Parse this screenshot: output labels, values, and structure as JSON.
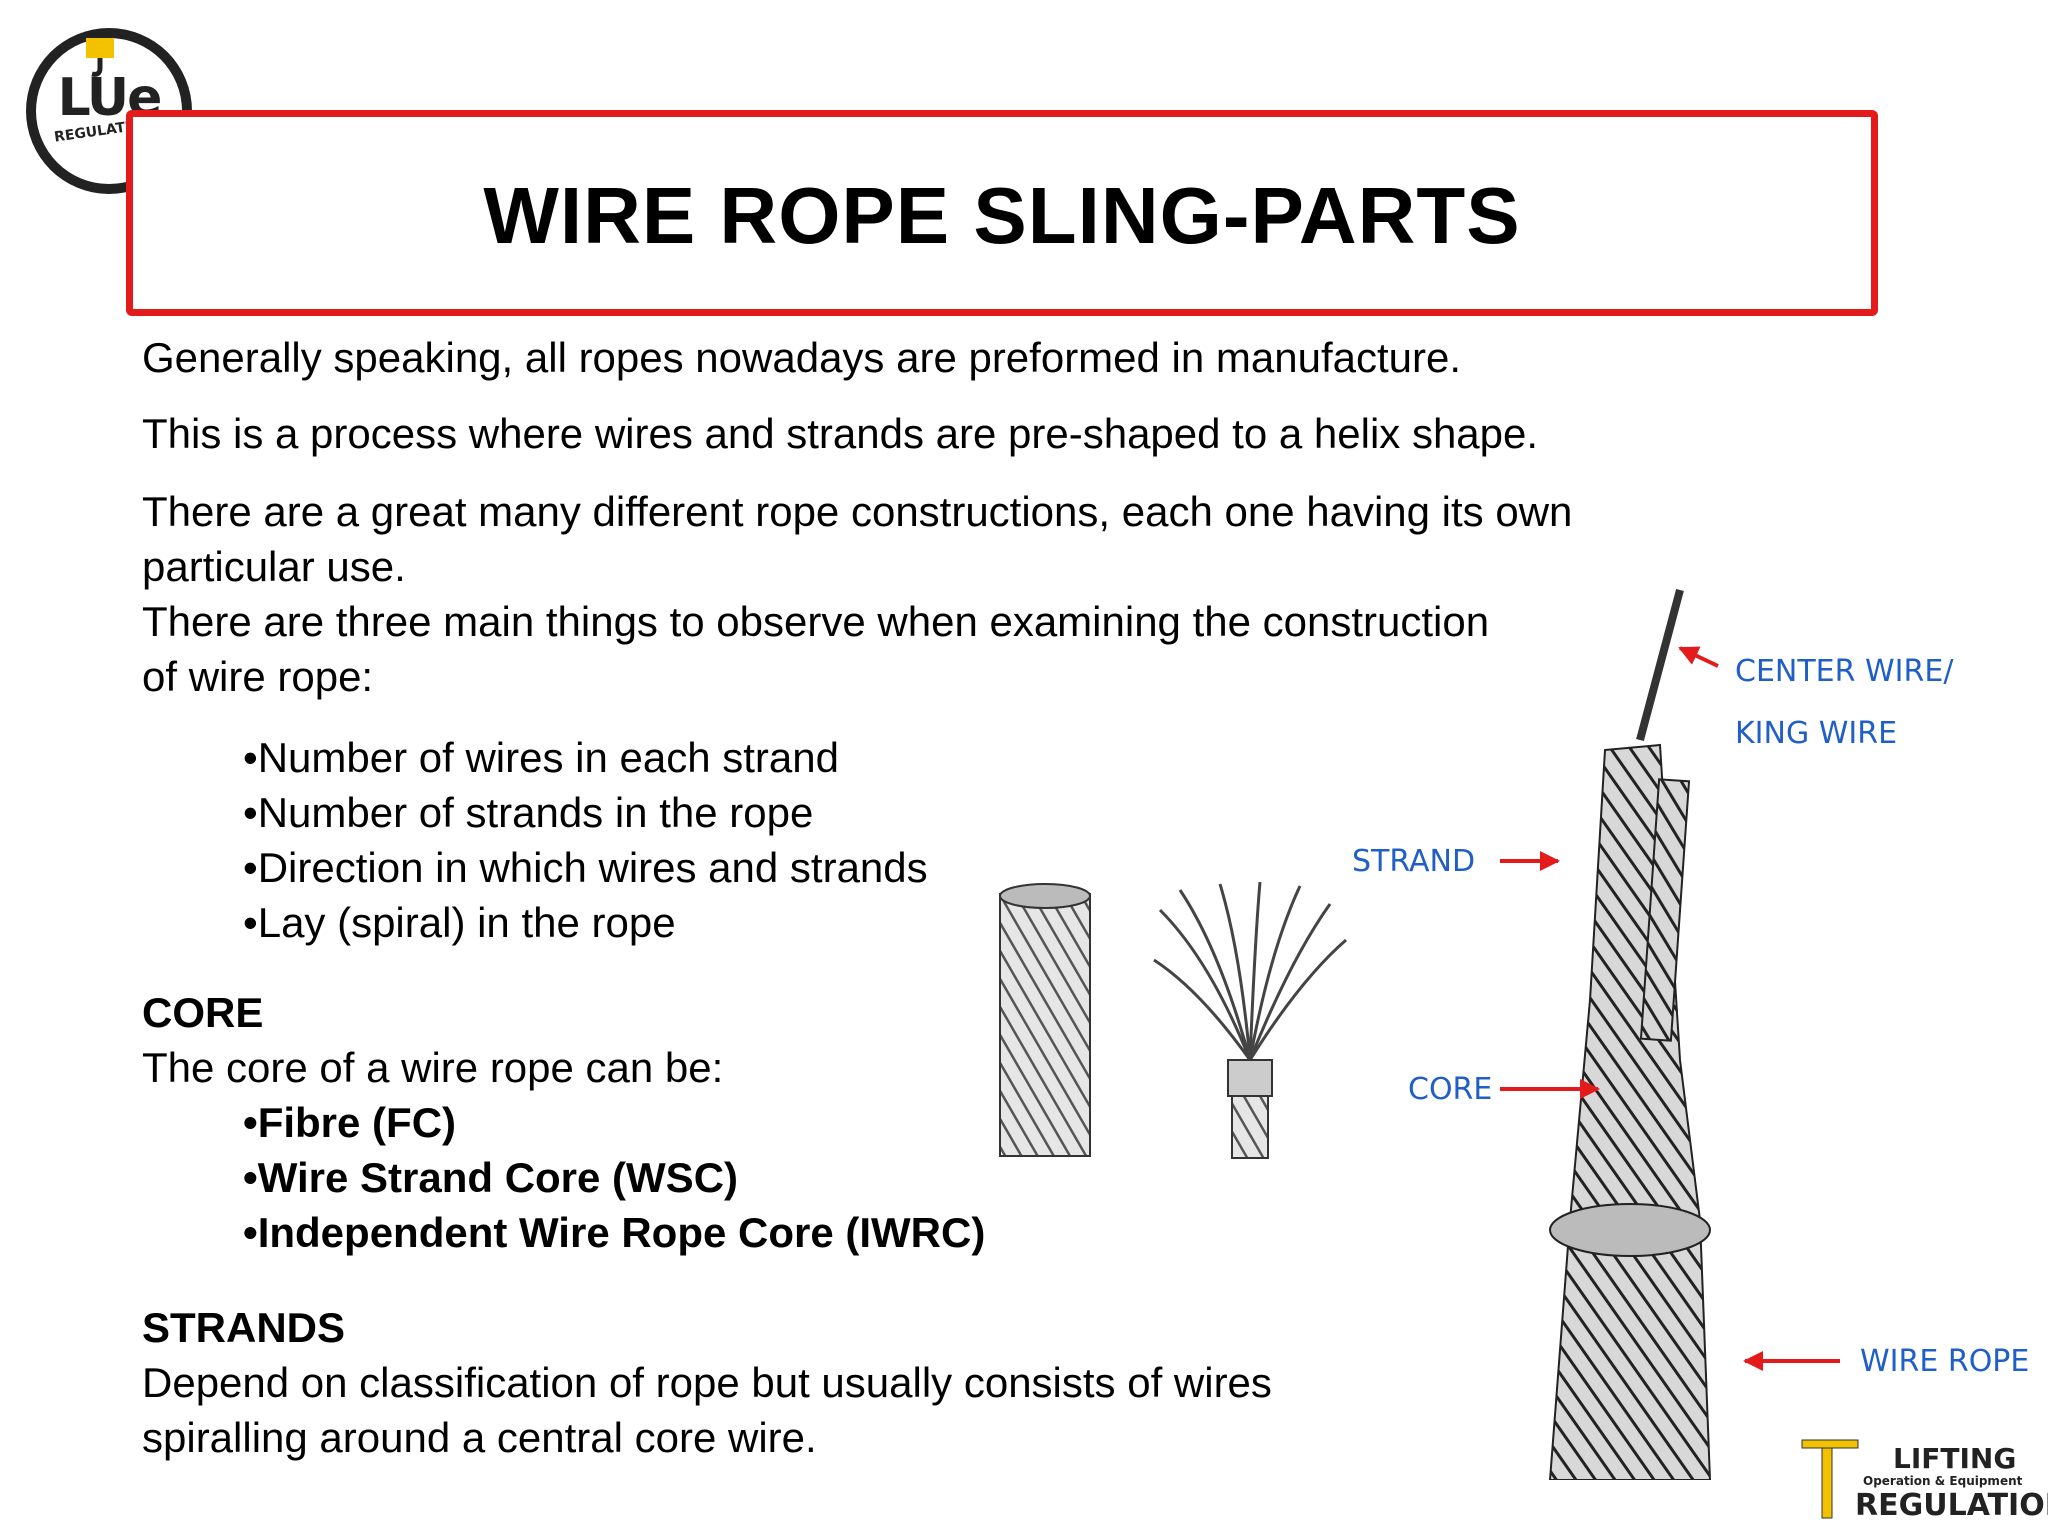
{
  "title": "WIRE ROPE SLING-PARTS",
  "logo": {
    "text": "LUe",
    "subtext": "REGULATIONS",
    "icon": "hook-icon"
  },
  "intro": {
    "p1": "Generally speaking, all ropes nowadays are preformed in manufacture.",
    "p2": "This is a process where wires and strands are pre-shaped to a helix shape.",
    "p3_line1": "There are a great many different rope constructions, each one having its own",
    "p3_line2": "particular use.",
    "p4_line1": "There are three main things to observe when examining the construction",
    "p4_line2": "of wire rope:"
  },
  "observe_list": [
    "•Number of wires in each strand",
    "•Number of strands in the rope",
    "•Direction in which wires and strands",
    "•Lay (spiral) in the rope"
  ],
  "core": {
    "heading": "CORE",
    "text": "The core of a wire rope can be:",
    "items": [
      "•Fibre (FC)",
      "•Wire Strand Core (WSC)",
      "•Independent Wire Rope Core (IWRC)"
    ]
  },
  "strands": {
    "heading": "STRANDS",
    "line1": "Depend on classification of rope but usually consists of wires",
    "line2": "spiralling around a central core wire."
  },
  "diagram_labels": {
    "center_wire": "CENTER WIRE/",
    "king_wire": "KING WIRE",
    "strand": "STRAND",
    "core": "CORE",
    "wire_rope": "WIRE ROPE"
  },
  "footer_logo": {
    "line1": "LIFTING",
    "line2": "Operation & Equipment",
    "line3": "REGULATIONS"
  },
  "colors": {
    "frame_red": "#e41b1b",
    "label_blue": "#1f5fc7",
    "arrow_red": "#e41b1b"
  }
}
